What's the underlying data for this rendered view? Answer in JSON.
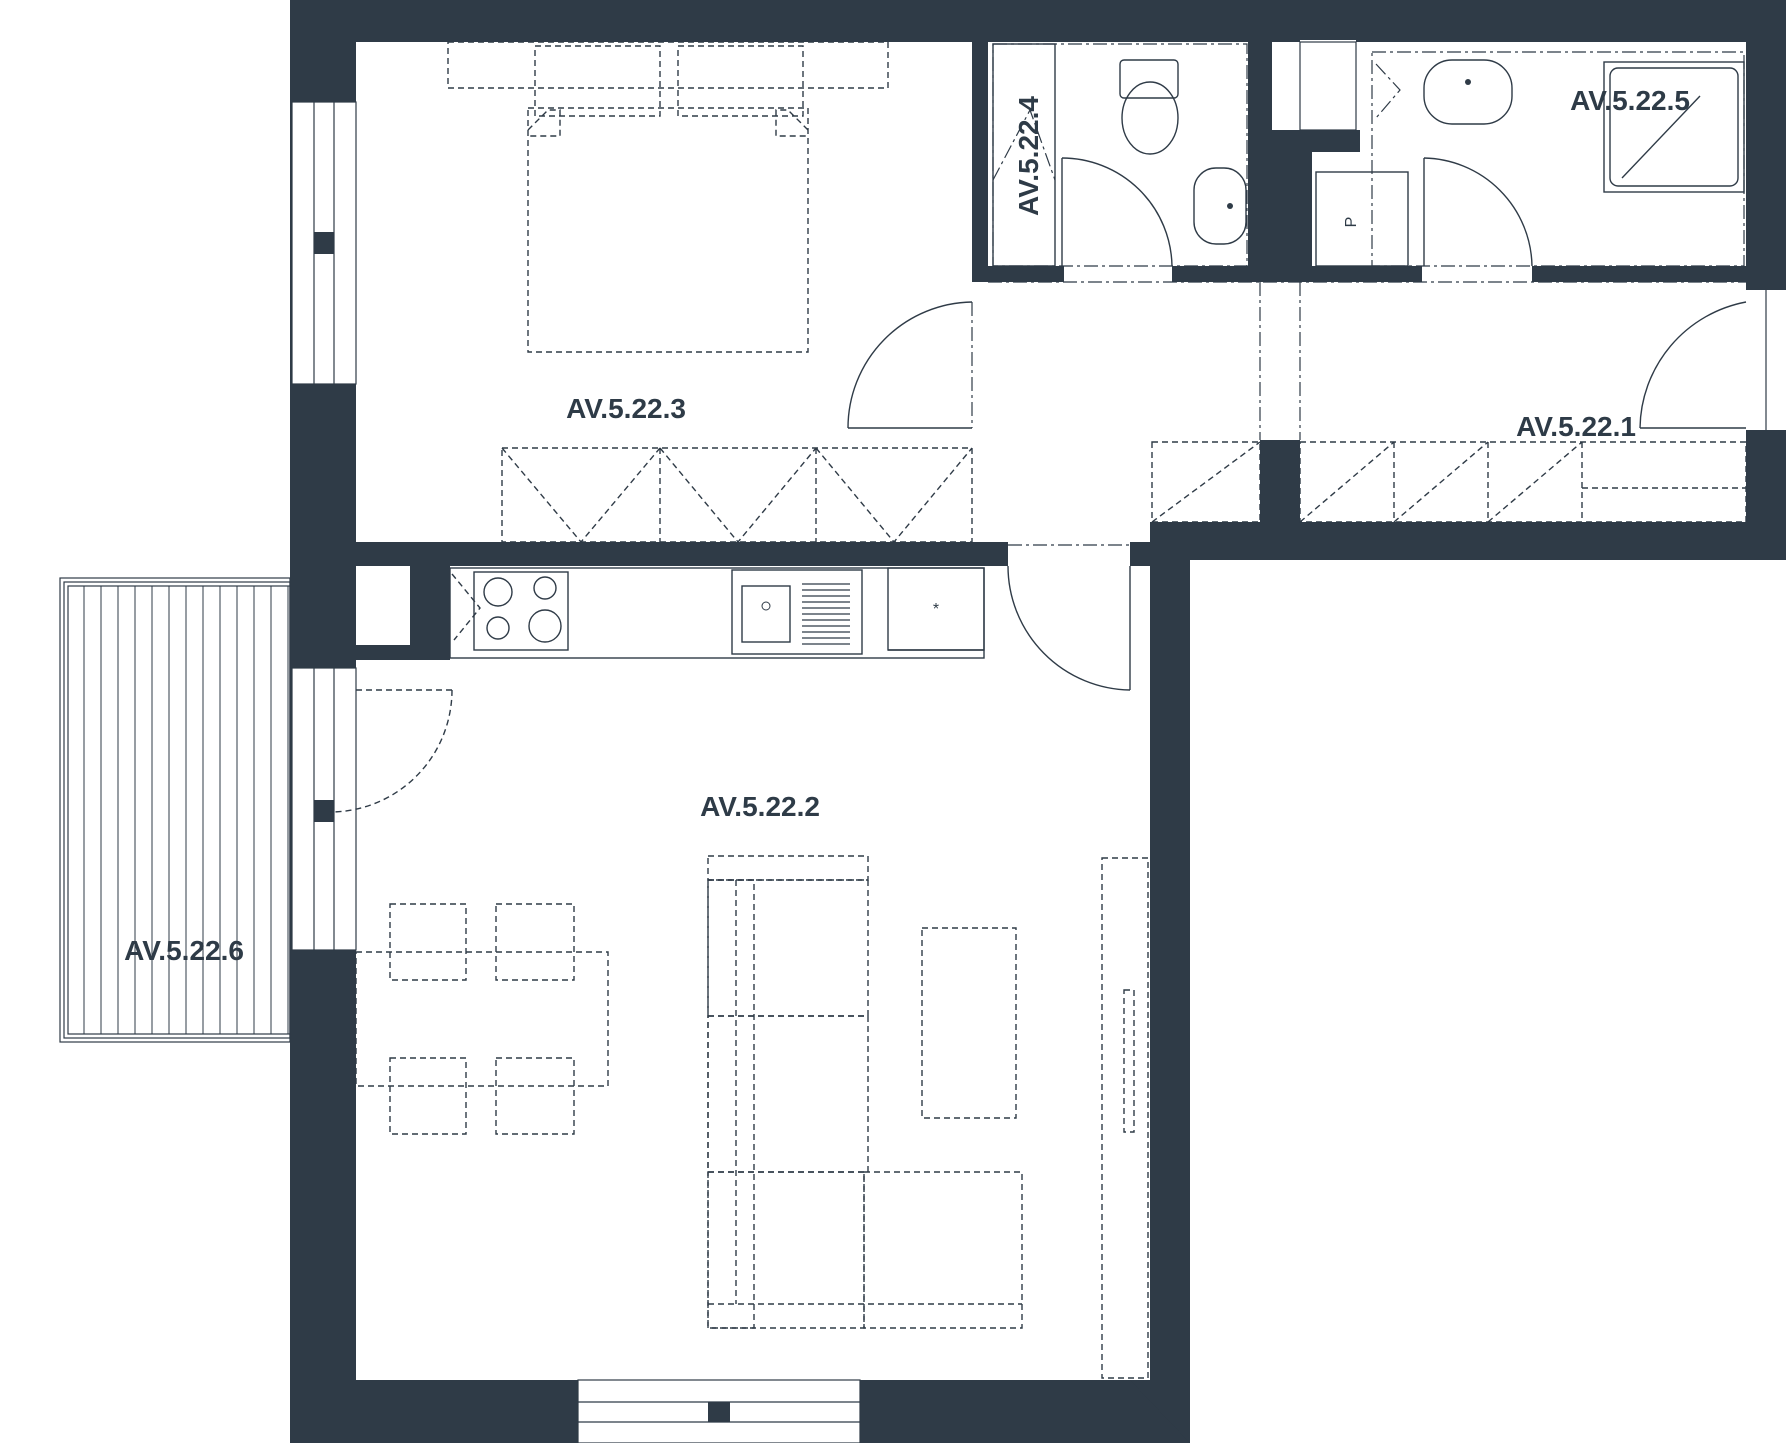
{
  "rooms": {
    "hall": "AV.5.22.1",
    "living": "AV.5.22.2",
    "bedroom": "AV.5.22.3",
    "wc": "AV.5.22.4",
    "bathroom": "AV.5.22.5",
    "balcony": "AV.5.22.6"
  },
  "fixtures": {
    "boiler_mark": "P",
    "kitchen_mark": "*"
  },
  "colors": {
    "wall": "#2f3b47",
    "label": "#2e3b47",
    "background": "#ffffff"
  }
}
